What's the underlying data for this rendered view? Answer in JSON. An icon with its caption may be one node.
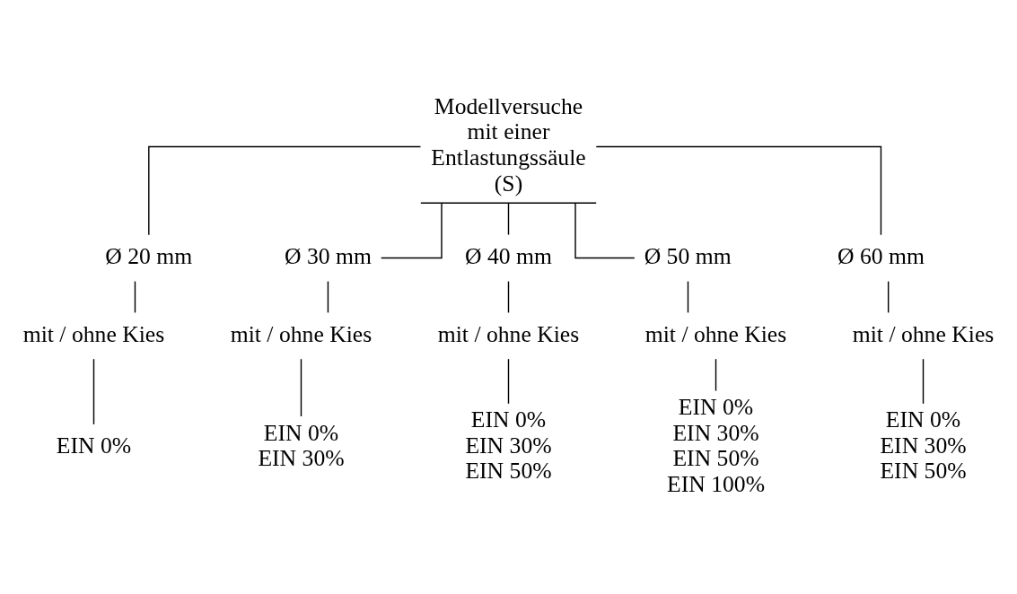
{
  "diagram": {
    "nodes": [
      {
        "text": [
          "Modellversuche mit einer Entlastungssäule (S)"
        ]
      },
      {
        "text": [
          "Ø 20 mm"
        ]
      },
      {
        "text": [
          "Ø 30 mm"
        ]
      },
      {
        "text": [
          "Ø 40 mm"
        ]
      },
      {
        "text": [
          "Ø 50 mm"
        ]
      },
      {
        "text": [
          "Ø 60 mm"
        ]
      },
      {
        "text": [
          "mit / ohne Kies"
        ]
      },
      {
        "text": [
          "mit / ohne Kies"
        ]
      },
      {
        "text": [
          "mit / ohne Kies"
        ]
      },
      {
        "text": [
          "mit / ohne Kies"
        ]
      },
      {
        "text": [
          "mit / ohne Kies"
        ]
      },
      {
        "text": [
          "EIN 0%"
        ]
      },
      {
        "text": [
          "EIN 0%",
          "EIN 30%"
        ]
      },
      {
        "text": [
          "EIN 0%",
          "EIN 30%",
          "EIN 50%"
        ]
      },
      {
        "text": [
          "EIN 0%",
          "EIN 30%",
          "EIN 50%",
          "EIN 100%"
        ]
      },
      {
        "text": [
          "EIN 0%",
          "EIN 30%",
          "EIN 50%"
        ]
      }
    ],
    "edges": [
      {
        "from": 0,
        "to": 1,
        "arrow": "none"
      },
      {
        "from": 0,
        "to": 2,
        "arrow": "none"
      },
      {
        "from": 0,
        "to": 3,
        "arrow": "none"
      },
      {
        "from": 0,
        "to": 4,
        "arrow": "none"
      },
      {
        "from": 0,
        "to": 5,
        "arrow": "none"
      },
      {
        "from": 1,
        "to": 6,
        "arrow": "none"
      },
      {
        "from": 2,
        "to": 7,
        "arrow": "none"
      },
      {
        "from": 3,
        "to": 8,
        "arrow": "none"
      },
      {
        "from": 4,
        "to": 9,
        "arrow": "none"
      },
      {
        "from": 5,
        "to": 10,
        "arrow": "none"
      },
      {
        "from": 6,
        "to": 11,
        "arrow": "none"
      },
      {
        "from": 7,
        "to": 12,
        "arrow": "none"
      },
      {
        "from": 8,
        "to": 13,
        "arrow": "none"
      },
      {
        "from": 9,
        "to": 14,
        "arrow": "none"
      },
      {
        "from": 10,
        "to": 15,
        "arrow": "none"
      }
    ]
  }
}
